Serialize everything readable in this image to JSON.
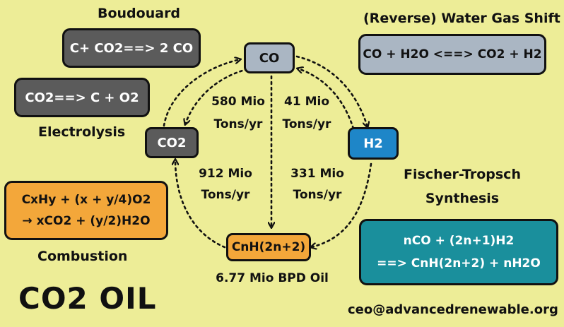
{
  "colors": {
    "background": "#eded97",
    "dark_box": "#5b5b5b",
    "co_box": "#aab6c3",
    "h2_box": "#1e86c8",
    "cnh_box": "#f3a73a",
    "combustion_box": "#f3a73a",
    "ft_box": "#1a8f9c",
    "wgs_box": "#aab6c3"
  },
  "boudouard": {
    "title": "Boudouard",
    "equation": "C+ CO2==> 2 CO"
  },
  "electrolysis": {
    "equation": "CO2==> C + O2",
    "title": "Electrolysis"
  },
  "wgs": {
    "title": "(Reverse) Water Gas Shift",
    "equation": "CO + H2O <==> CO2 + H2"
  },
  "combustion": {
    "line1": "CxHy + (x + y/4)O2",
    "line2": "→ xCO2 + (y/2)H2O",
    "title": "Combustion"
  },
  "fischer": {
    "title1": "Fischer-Tropsch",
    "title2": "Synthesis",
    "line1": "nCO + (2n+1)H2",
    "line2": "==> CnH(2n+2) + nH2O"
  },
  "nodes": {
    "co": "CO",
    "co2": "CO2",
    "h2": "H2",
    "cnh": "CnH(2n+2)"
  },
  "flows": {
    "f580": {
      "value": "580 Mio",
      "unit": "Tons/yr"
    },
    "f41": {
      "value": "41 Mio",
      "unit": "Tons/yr"
    },
    "f912": {
      "value": "912 Mio",
      "unit": "Tons/yr"
    },
    "f331": {
      "value": "331 Mio",
      "unit": "Tons/yr"
    }
  },
  "oil_output": "6.77 Mio BPD Oil",
  "brand": "CO2 OIL",
  "email": "ceo@advancedrenewable.org"
}
